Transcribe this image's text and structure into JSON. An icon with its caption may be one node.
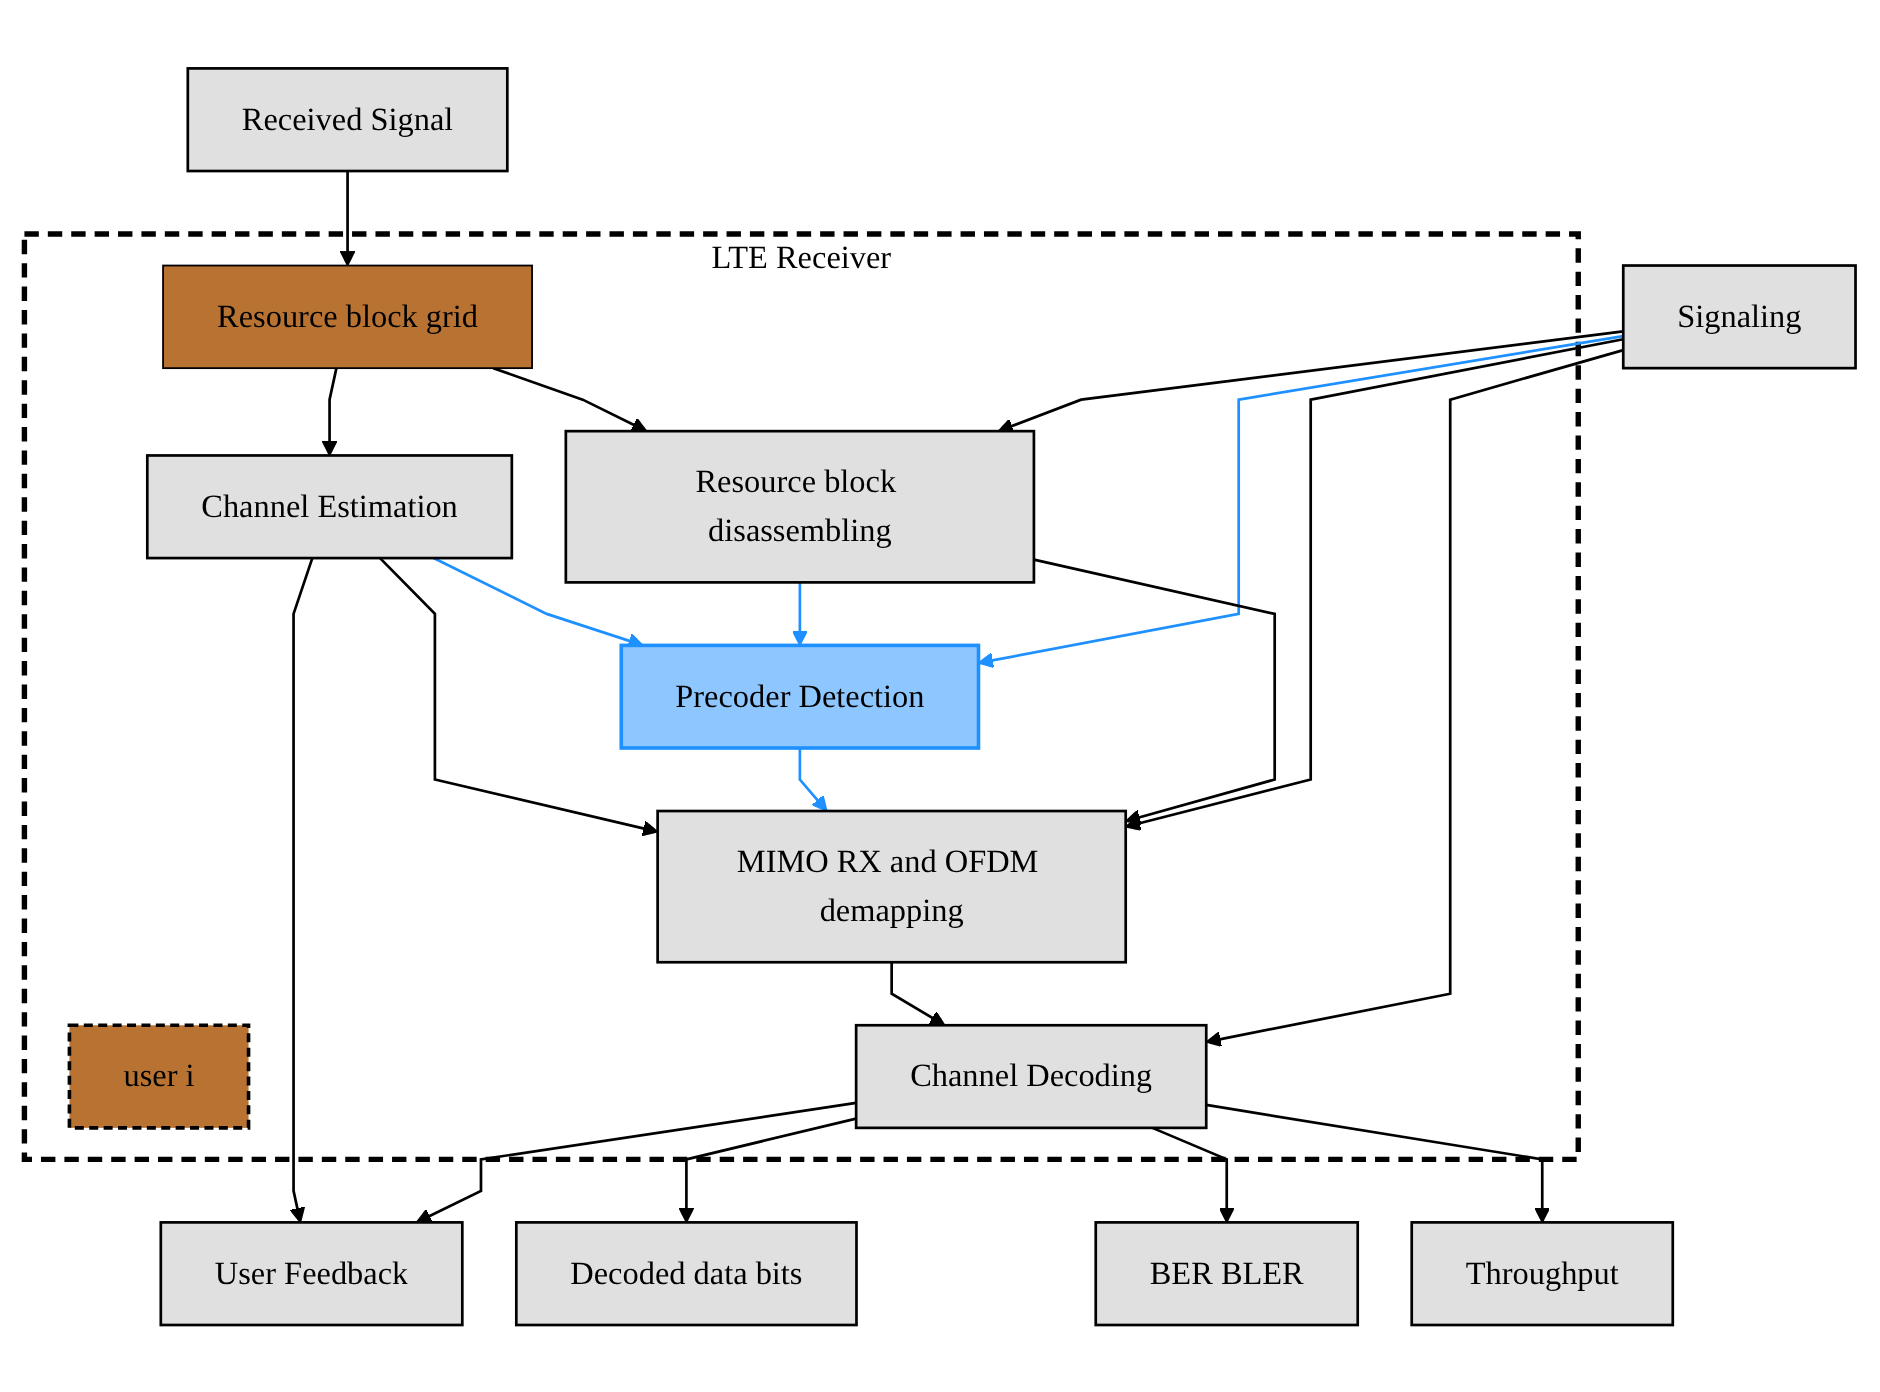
{
  "diagram": {
    "nodes": [
      {
        "text": [
          "Received Signal"
        ]
      },
      {
        "text": [
          "Signaling"
        ]
      },
      {
        "text": [
          "LTE Receiver"
        ]
      },
      {
        "text": [
          "Resource block grid"
        ],
        "in": 2
      },
      {
        "text": [
          "Channel Estimation"
        ],
        "in": 2
      },
      {
        "text": [
          "Resource block disassembling"
        ],
        "in": 2
      },
      {
        "text": [
          "user i"
        ],
        "in": 2
      },
      {
        "text": [
          "Precoder Detection"
        ],
        "in": 2
      },
      {
        "text": [
          "MIMO RX and OFDM demapping"
        ],
        "in": 2
      },
      {
        "text": [
          "Channel Decoding"
        ],
        "in": 2
      },
      {
        "text": [
          "User Feedback"
        ]
      },
      {
        "text": [
          "Decoded data bits"
        ]
      },
      {
        "text": [
          "BER BLER"
        ]
      },
      {
        "text": [
          "Throughput"
        ]
      }
    ],
    "edges": [
      {
        "from": 0,
        "to": 3,
        "arrow": "to"
      },
      {
        "from": 3,
        "to": 4,
        "arrow": "to"
      },
      {
        "from": 3,
        "to": 5,
        "arrow": "to"
      },
      {
        "from": 1,
        "to": 5,
        "arrow": "to"
      },
      {
        "from": 4,
        "to": 7,
        "arrow": "to",
        "color": "#1e90ff"
      },
      {
        "from": 5,
        "to": 7,
        "arrow": "to",
        "color": "#1e90ff"
      },
      {
        "from": 1,
        "to": 7,
        "arrow": "to",
        "color": "#1e90ff"
      },
      {
        "from": 4,
        "to": 8,
        "arrow": "to"
      },
      {
        "from": 7,
        "to": 8,
        "arrow": "to",
        "color": "#1e90ff"
      },
      {
        "from": 5,
        "to": 8,
        "arrow": "to"
      },
      {
        "from": 1,
        "to": 8,
        "arrow": "to"
      },
      {
        "from": 8,
        "to": 9,
        "arrow": "to"
      },
      {
        "from": 1,
        "to": 9,
        "arrow": "to"
      },
      {
        "from": 4,
        "to": 10,
        "arrow": "to"
      },
      {
        "from": 9,
        "to": 10,
        "arrow": "to"
      },
      {
        "from": 9,
        "to": 11,
        "arrow": "to"
      },
      {
        "from": 9,
        "to": 12,
        "arrow": "to"
      },
      {
        "from": 9,
        "to": 13,
        "arrow": "to"
      }
    ]
  }
}
